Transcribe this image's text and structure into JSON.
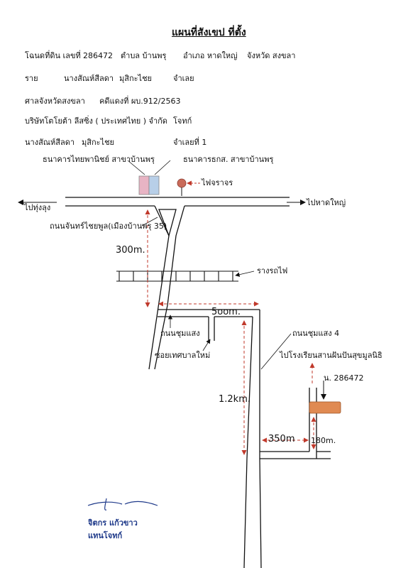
{
  "title": "แผนที่สังเขป  ที่ตั้ง",
  "header": {
    "deed_label": "โฉนดที่ดิน เลขที่",
    "deed_no": "286472",
    "tambon": "ตำบล บ้านพรุ",
    "amphoe": "อำเภอ หาดใหญ่",
    "province": "จังหวัด สงขลา",
    "row2_label": "ราย",
    "row2_name": "นางสัณห์สีลดา",
    "row2_surname": "มุสิกะไชย",
    "row2_role": "จำเลย",
    "court": "ศาลจังหวัดสงขลา",
    "case_no": "คดีแดงที่ ผบ.912/2563",
    "company": "บริษัทโตโยต้า ลีสซิ่ง ( ประเทศไทย ) จำกัด",
    "plaintiff": "โจทก์",
    "def_name": "นางสัณห์สีลดา",
    "def_surname": "มุสิกะไชย",
    "def_role": "จำเลยที่ 1"
  },
  "map": {
    "bank1": "ธนาคารไทยพานิชย์ สาขาบ้านพรุ",
    "bank2": "ธนาคารธกส. สาขาบ้านพรุ",
    "traffic_light": "ไฟจราจร",
    "to_left": "ไปทุ่งลุง",
    "to_right": "ไปหาดใหญ่",
    "road_main": "ถนนจันทร์ไชยพูล(เมืองบ้านพรุ 35)",
    "dist_300": "300m.",
    "railway": "รางรถไฟ",
    "dist_500": "5oom.",
    "road_chumsaeng": "ถนนชุมแสง",
    "soi": "ซอยเทศบาลใหม่",
    "road_chumsaeng4": "ถนนชุมแสง 4",
    "to_school": "ไปโรงเรียนสานฝันปันสุขมูลนิธิ",
    "deed_marker": "น. 286472",
    "dist_1_2km": "1.2km.",
    "dist_350": "350m",
    "dist_180": "180m."
  },
  "signature": {
    "name": "จิตกร แก้วขาว",
    "role": "แทนโจทก์"
  },
  "colors": {
    "road": "#111111",
    "dimension": "#c0392b",
    "land": "#e08a52",
    "bank1": "#e8b4c4",
    "bank2": "#b8cfe8",
    "signature": "#1f3a8a"
  }
}
